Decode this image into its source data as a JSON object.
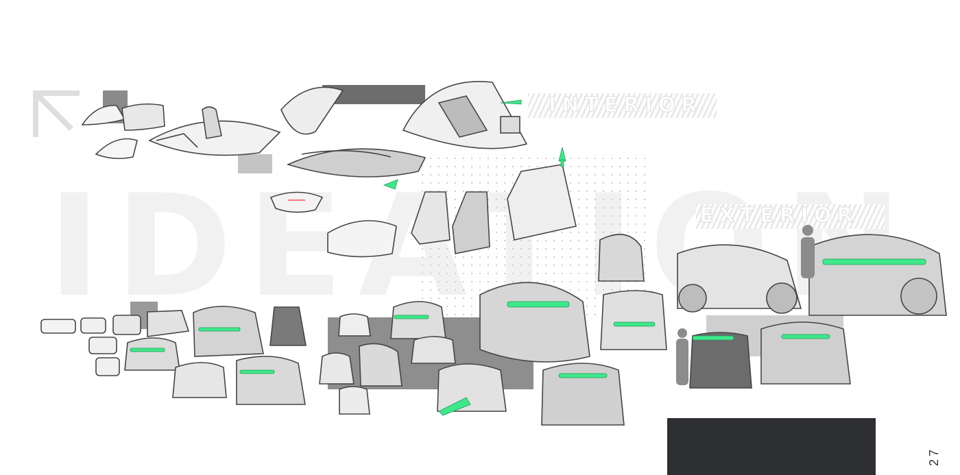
{
  "watermark": {
    "text": "IDEATION"
  },
  "sections": {
    "interior_label": "INTERIOR",
    "exterior_label": "EXTERIOR"
  },
  "page": {
    "number": "27"
  },
  "colors": {
    "accent": "#3ee88a",
    "dark_panel": "#2e2f33",
    "sketch": "#444444",
    "shade": "#9a9a9a"
  }
}
